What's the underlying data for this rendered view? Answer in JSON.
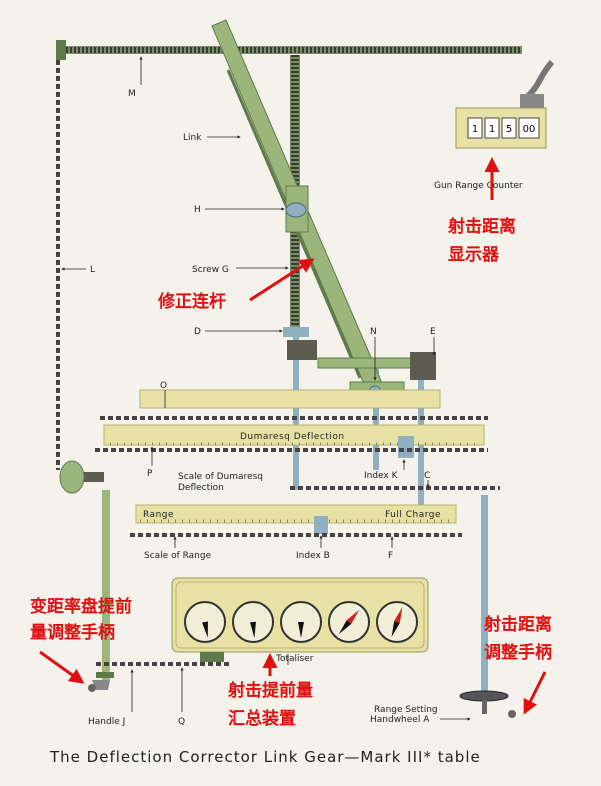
{
  "caption": "The Deflection Corrector Link Gear—Mark III* table",
  "labels": {
    "M": "M",
    "link": "Link",
    "H": "H",
    "L": "L",
    "screw_g": "Screw  G",
    "D": "D",
    "N": "N",
    "E": "E",
    "O": "O",
    "P": "P",
    "dumaresq_deflection": "Dumaresq  Deflection",
    "scale_dumaresq_1": "Scale of Dumaresq",
    "scale_dumaresq_2": "Deflection",
    "index_k": "Index  K",
    "C": "C",
    "range": "Range",
    "full_charge": "Full Charge",
    "scale_range": "Scale of Range",
    "index_b": "Index  B",
    "F": "F",
    "totaliser": "Totaliser",
    "handle_j": "Handle  J",
    "Q": "Q",
    "range_setting_1": "Range Setting",
    "range_setting_2": "Handwheel  A",
    "gun_range_counter": "Gun Range Counter"
  },
  "counter_digits": [
    "1",
    "1",
    "5",
    "00"
  ],
  "annotations_cn": {
    "gun_range_display_1": "射击距离",
    "gun_range_display_2": "显示器",
    "correction_link": "修正连杆",
    "rate_handle_1": "变距率盘提前",
    "rate_handle_2": "量调整手柄",
    "range_handle_1": "射击距离",
    "range_handle_2": "调整手柄",
    "totaliser_cn_1": "射击提前量",
    "totaliser_cn_2": "汇总装置"
  },
  "colors": {
    "green": "#9bb57a",
    "green_dark": "#5f7a4a",
    "yellow": "#e7e2a4",
    "blue": "#8fb0c0",
    "red": "#e01010"
  }
}
